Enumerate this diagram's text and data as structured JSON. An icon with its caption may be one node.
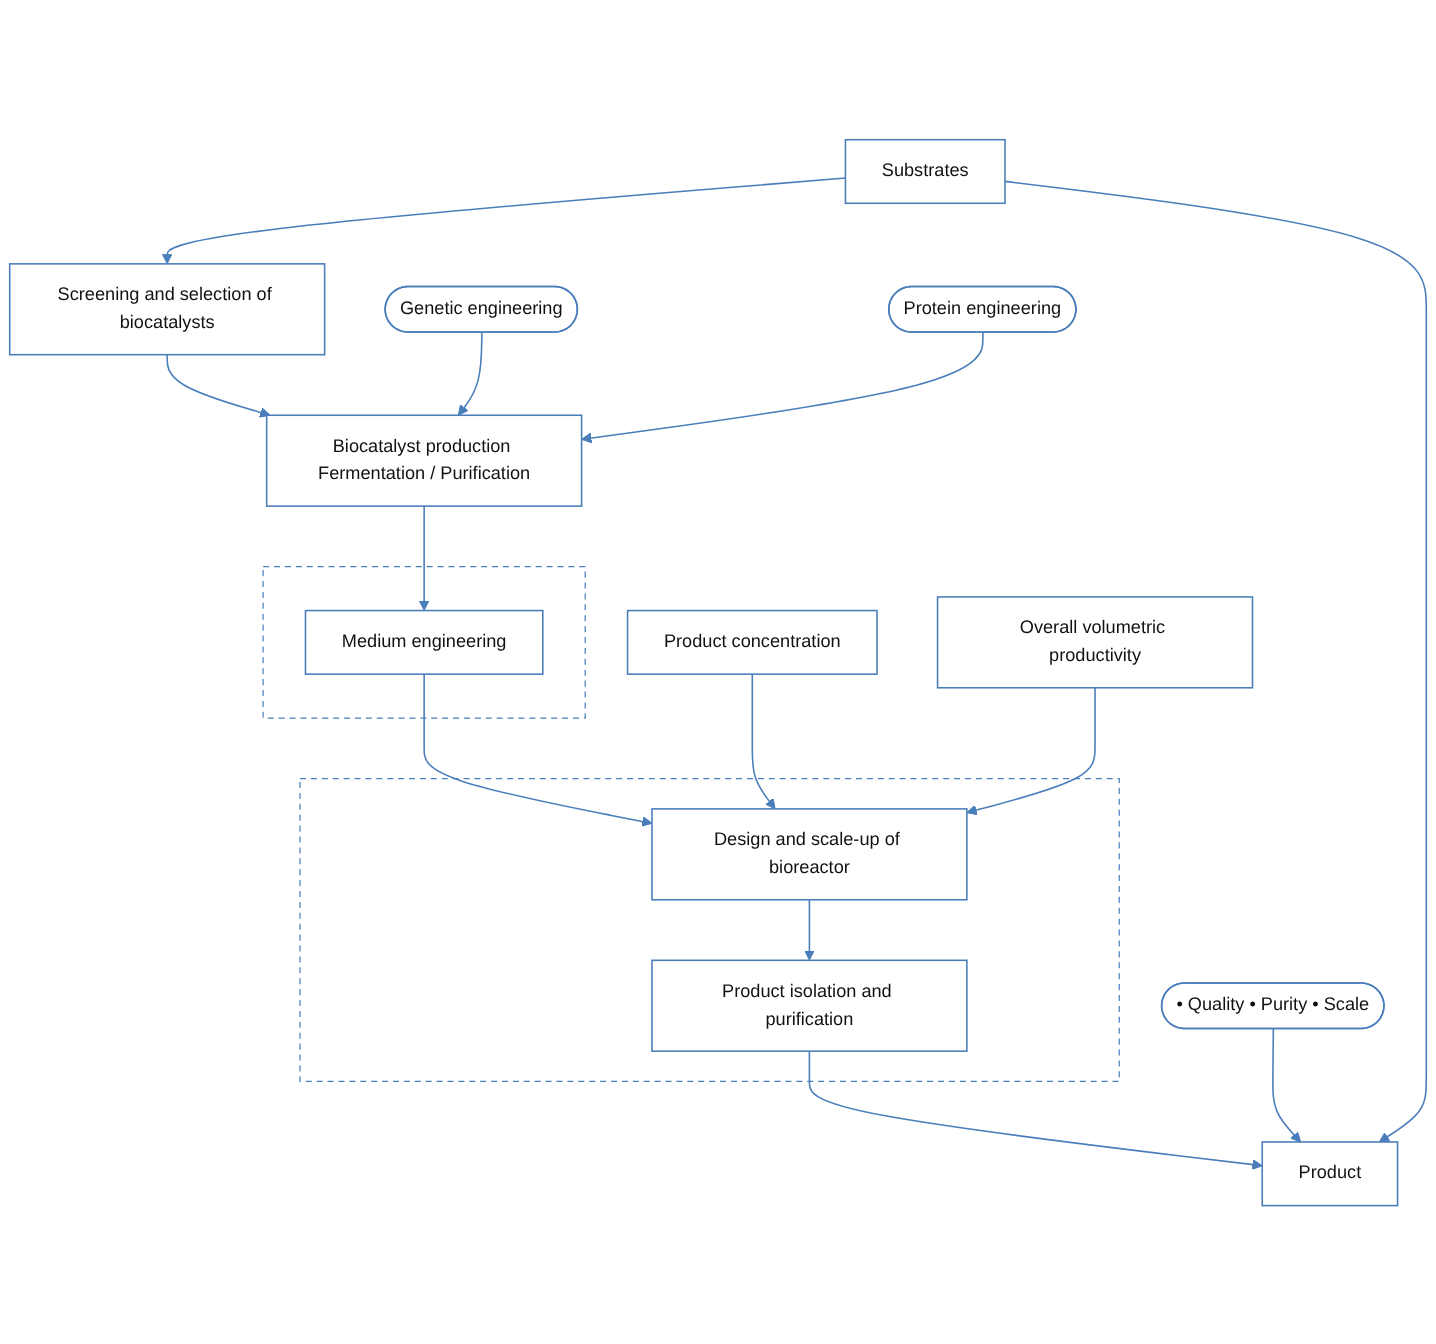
{
  "diagram": {
    "nodes": [
      {
        "text": [
          "Substrates"
        ]
      },
      {
        "text": [
          "Screening and selection of biocatalysts"
        ]
      },
      {
        "text": [
          "Biocatalyst production Fermentation / Purification"
        ]
      },
      {
        "text": [
          "Genetic engineering"
        ]
      },
      {
        "text": [
          "Protein engineering"
        ]
      },
      {
        "text": [],
        "shape": "box"
      },
      {
        "text": [
          "Medium engineering"
        ],
        "in": 5
      },
      {
        "text": [],
        "shape": "box"
      },
      {
        "text": [
          "Product concentration"
        ]
      },
      {
        "text": [
          "Design and scale-up of bioreactor"
        ],
        "in": 7
      },
      {
        "text": [
          "Overall volumetric productivity"
        ]
      },
      {
        "text": [
          "Product isolation and purification"
        ],
        "in": 7
      },
      {
        "text": [
          "• Quality • Purity • Scale"
        ]
      },
      {
        "text": [
          "Product"
        ]
      }
    ],
    "edges": [
      {
        "from": 0,
        "to": 1,
        "arrow": "to"
      },
      {
        "from": 1,
        "to": 2,
        "arrow": "to"
      },
      {
        "from": 3,
        "to": 2,
        "arrow": "to"
      },
      {
        "from": 4,
        "to": 2,
        "arrow": "to"
      },
      {
        "from": 2,
        "to": 6,
        "arrow": "to"
      },
      {
        "from": 6,
        "to": 9,
        "arrow": "to"
      },
      {
        "from": 8,
        "to": 9,
        "arrow": "to"
      },
      {
        "from": 10,
        "to": 9,
        "arrow": "to"
      },
      {
        "from": 9,
        "to": 11,
        "arrow": "to"
      },
      {
        "from": 11,
        "to": 13,
        "arrow": "to"
      },
      {
        "from": 12,
        "to": 13,
        "arrow": "to"
      },
      {
        "from": 0,
        "to": 13,
        "arrow": "to"
      }
    ]
  }
}
